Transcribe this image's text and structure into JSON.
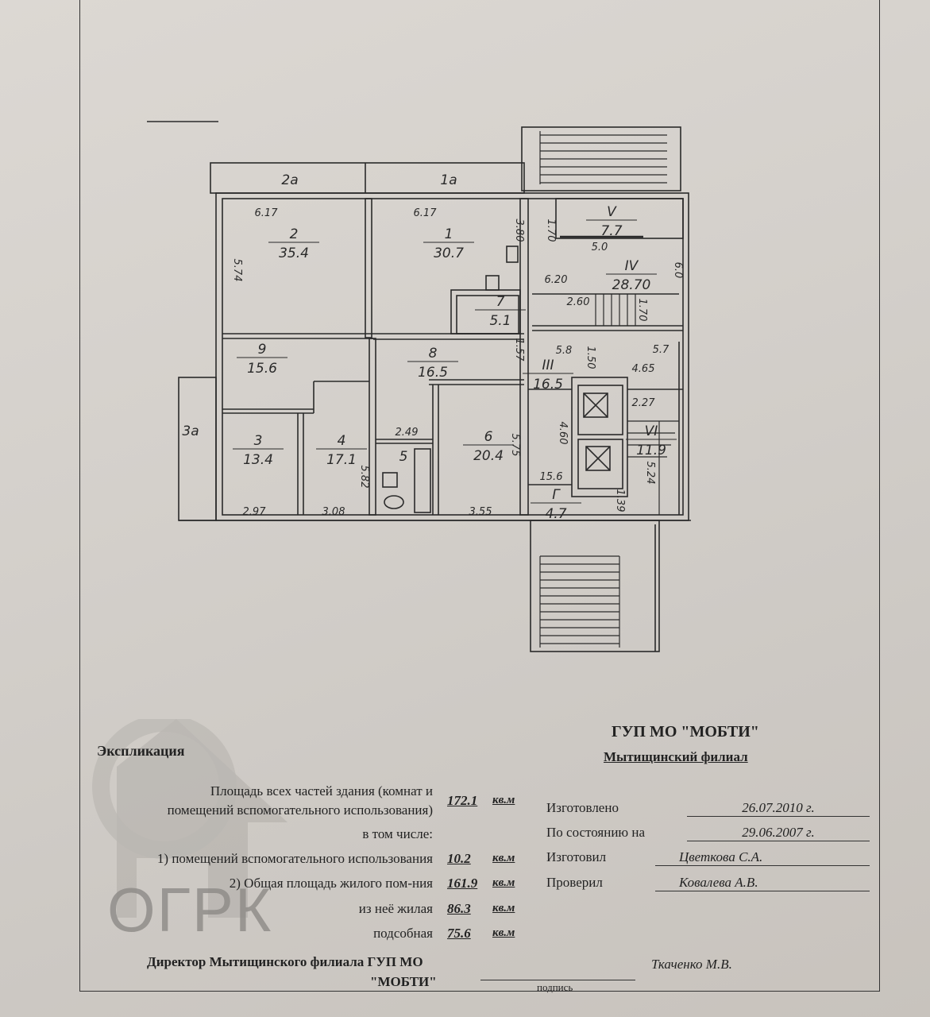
{
  "plan": {
    "rooms": [
      {
        "number": "2а",
        "area": ""
      },
      {
        "number": "1а",
        "area": ""
      },
      {
        "number": "2",
        "area": "35.4"
      },
      {
        "number": "1",
        "area": "30.7"
      },
      {
        "number": "7",
        "area": "5.1"
      },
      {
        "number": "V",
        "area": "7.7"
      },
      {
        "number": "IV",
        "area": "28.70"
      },
      {
        "number": "9",
        "area": "15.6"
      },
      {
        "number": "8",
        "area": "16.5"
      },
      {
        "number": "III",
        "area": "16.5"
      },
      {
        "number": "3а",
        "area": ""
      },
      {
        "number": "3",
        "area": "13.4"
      },
      {
        "number": "4",
        "area": "17.1"
      },
      {
        "number": "5",
        "area": ""
      },
      {
        "number": "6",
        "area": "20.4"
      },
      {
        "number": "VI",
        "area": "11.9"
      },
      {
        "number": "Г",
        "area": "4.7"
      }
    ],
    "dimensions": [
      "6.17",
      "6.17",
      "5.74",
      "3.80",
      "1.70",
      "5.0",
      "6.20",
      "6.0",
      "2.60",
      "1.70",
      "1.57",
      "5.8",
      "1.50",
      "4.65",
      "5.7",
      "2.27",
      "4.60",
      "5.24",
      "15.6",
      "1.39",
      "2.49",
      "5.82",
      "5.75",
      "2.97",
      "3.08",
      "3.55"
    ]
  },
  "watermark": {
    "text": "ОГРК"
  },
  "explication": {
    "title": "Экспликация",
    "total_line1": "Площадь всех частей здания (комнат и",
    "total_line2": "помещений вспомогательного использования)",
    "total_value": "172.1",
    "including": "в том числе:",
    "aux_label": "1) помещений вспомогательного использования",
    "aux_value": "10.2",
    "living_total_label": "2) Общая площадь жилого пом-ния",
    "living_total_value": "161.9",
    "living_label": "из неё жилая",
    "living_value": "86.3",
    "utility_label": "подсобная",
    "utility_value": "75.6",
    "unit": "кв.м",
    "director_line1": "Директор Мытищинского филиала ГУП МО",
    "director_line2": "\"МОБТИ\"",
    "signature_caption": "подпись",
    "director_name": "Ткаченко М.В."
  },
  "org": {
    "name": "ГУП МО \"МОБТИ\"",
    "branch": "Мытищинский филиал",
    "made_label": "Изготовлено",
    "made_date": "26.07.2010 г.",
    "state_label": "По состоянию на",
    "state_date": "29.06.2007 г.",
    "maker_label": "Изготовил",
    "maker_name": "Цветкова С.А.",
    "checker_label": "Проверил",
    "checker_name": "Ковалева А.В."
  }
}
